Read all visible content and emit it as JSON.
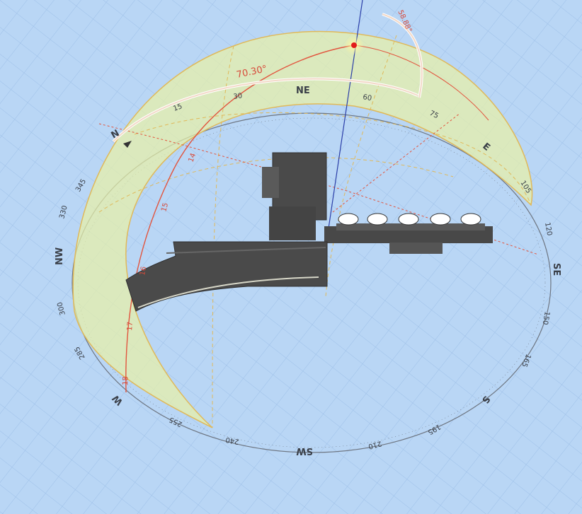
{
  "view": {
    "background": "#b9d6f5",
    "dome_fill": "#e8f0a8",
    "dome_stroke": "#e0b95a",
    "sun_path": "#e2553f",
    "building": "#4a4a4a"
  },
  "compass": {
    "cardinals": {
      "north": "N",
      "northeast": "NE",
      "east": "E",
      "southeast": "SE",
      "south": "S",
      "southwest": "SW",
      "west": "W",
      "northwest": "NW"
    },
    "degrees": {
      "d15": "15",
      "d30": "30",
      "d60": "60",
      "d75": "75",
      "d105": "105",
      "d120": "120",
      "d150": "150",
      "d165": "165",
      "d195": "195",
      "d210": "210",
      "d240": "240",
      "d255": "255",
      "d285": "285",
      "d300": "300",
      "d330": "330",
      "d345": "345"
    }
  },
  "sun": {
    "azimuth_label": "70.30°",
    "altitude_label": "58.88°",
    "hour_labels": [
      "14",
      "15",
      "16",
      "17",
      "18"
    ],
    "icon": "sun-icon"
  }
}
